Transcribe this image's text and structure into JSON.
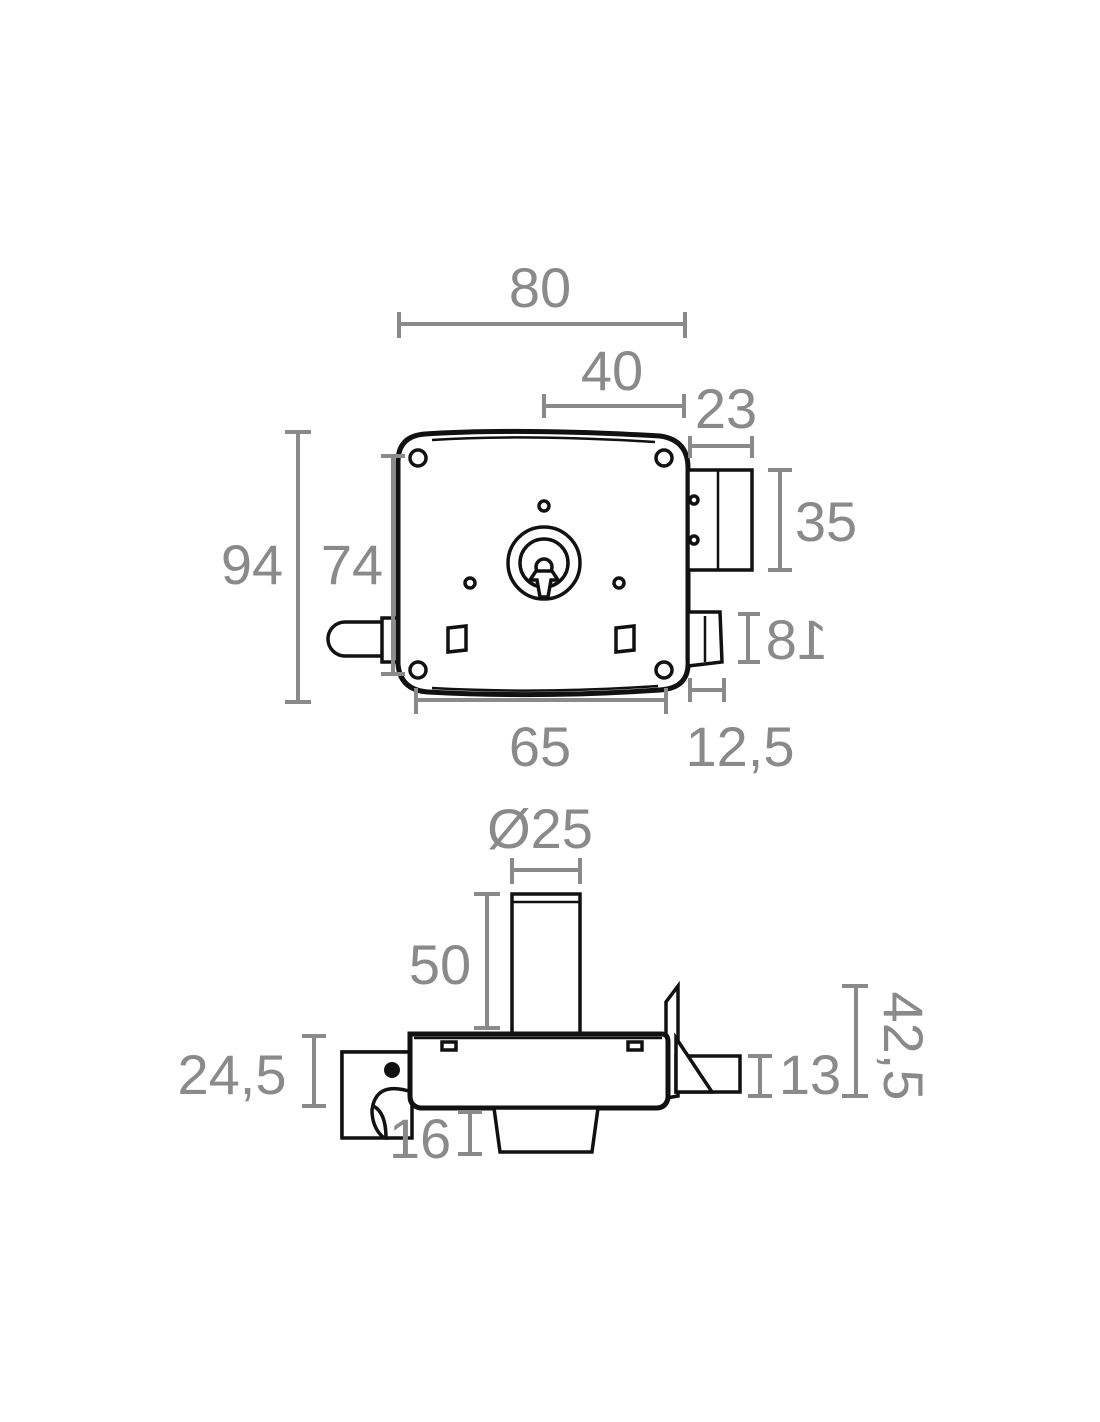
{
  "front_view": {
    "overall_width": "80",
    "cylinder_offset": "40",
    "bolt_projection": "23",
    "overall_height": "94",
    "inner_height": "74",
    "bolt_height": "35",
    "latch_height": "18",
    "mounting_width": "65",
    "latch_projection": "12,5"
  },
  "side_view": {
    "cylinder_diameter": "Ø25",
    "cylinder_length": "50",
    "handle_offset": "24,5",
    "depth": "42,5",
    "latch_width": "13",
    "knob_height": "16"
  },
  "colors": {
    "dimension": "#8a8a8a",
    "part_outline": "#111111"
  }
}
